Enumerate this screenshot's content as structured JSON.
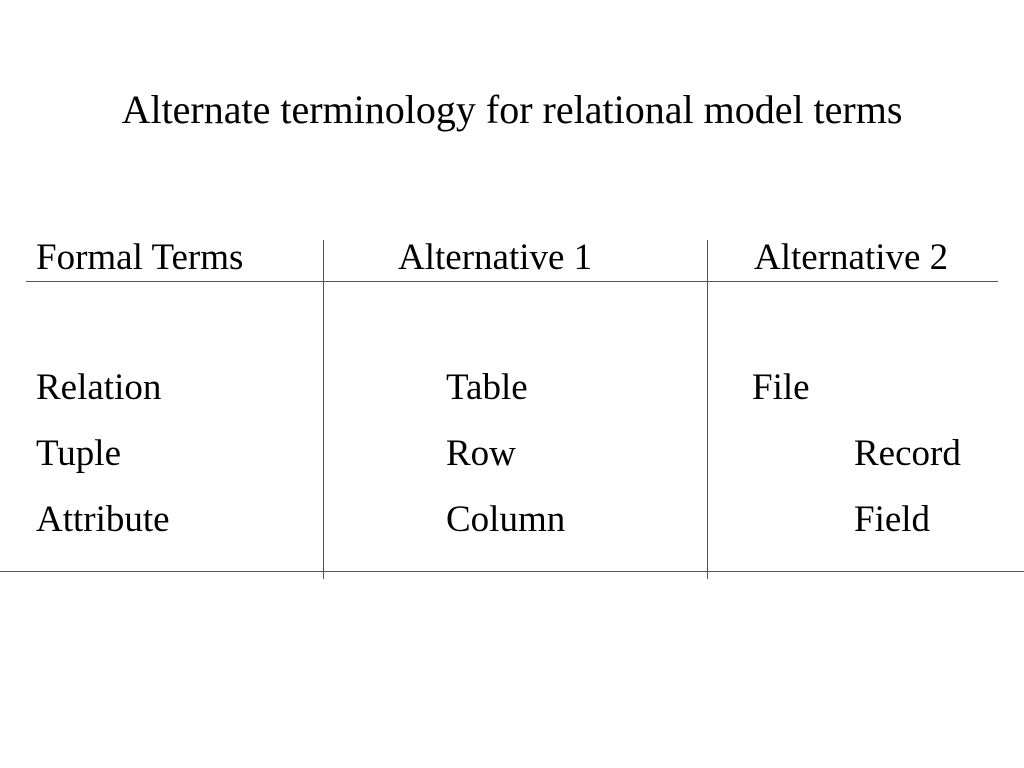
{
  "slide": {
    "title": "Alternate terminology for relational model terms"
  },
  "table": {
    "headers": [
      "Formal Terms",
      "Alternative 1",
      "Alternative 2"
    ],
    "rows": [
      [
        "Relation",
        "Table",
        "File"
      ],
      [
        "Tuple",
        "Row",
        "Record"
      ],
      [
        "Attribute",
        "Column",
        "Field"
      ]
    ]
  }
}
